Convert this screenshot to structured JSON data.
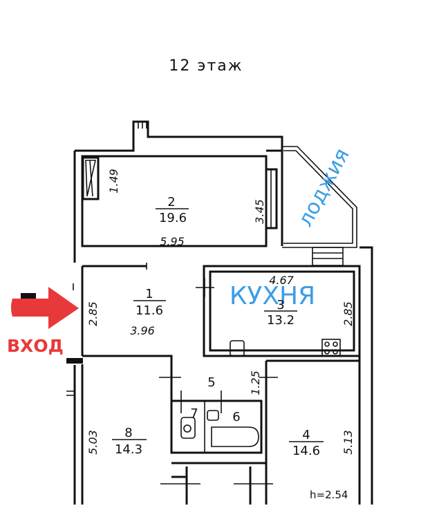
{
  "floor_label": "12 этаж",
  "entrance_label": "ВХОД",
  "kitchen_label": "КУХНЯ",
  "loggia_label": "лоджия",
  "ceiling_height": "h=2.54",
  "colors": {
    "blue_text": "#3a9ee6",
    "arrow_red": "#e8393a",
    "wall": "#111111"
  },
  "rooms": [
    {
      "number": "1",
      "area": "11.6"
    },
    {
      "number": "2",
      "area": "19.6"
    },
    {
      "number": "3",
      "area": "13.2"
    },
    {
      "number": "4",
      "area": "14.6"
    },
    {
      "number": "5",
      "area": ""
    },
    {
      "number": "6",
      "area": ""
    },
    {
      "number": "7",
      "area": ""
    },
    {
      "number": "8",
      "area": "14.3"
    }
  ],
  "dimensions": {
    "room2_width": "5.95",
    "room2_height": "3.45",
    "window_niche": "1.49",
    "hall_width": "3.96",
    "hall_height": "2.85",
    "kitchen_width": "4.67",
    "kitchen_height": "2.85",
    "corridor": "1.25",
    "room8_height": "5.03",
    "room4_height": "5.13"
  }
}
